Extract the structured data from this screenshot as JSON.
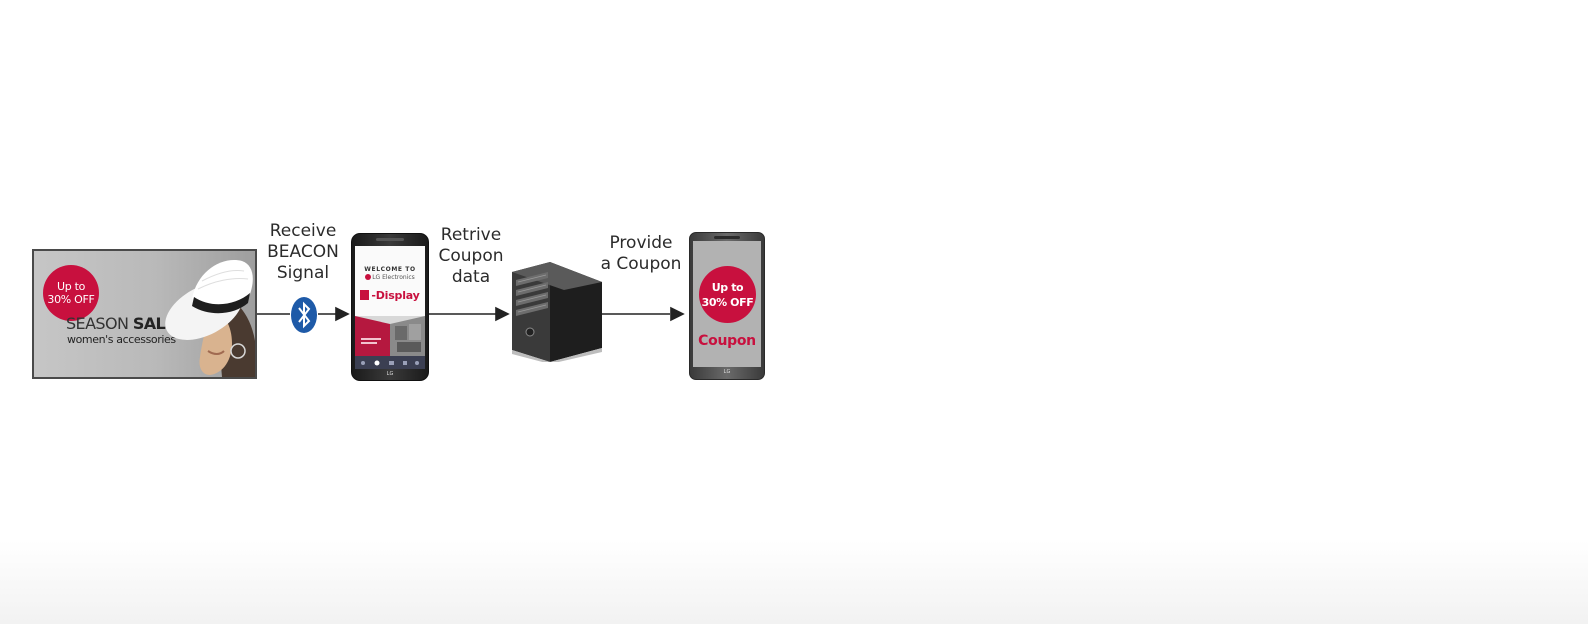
{
  "signage": {
    "badge_line1": "Up to",
    "badge_line2": "30% OFF",
    "title_light": "SEASON ",
    "title_bold": "SALE",
    "subtitle": "women's accessories"
  },
  "steps": {
    "receive": {
      "lines": [
        "Receive",
        "BEACON",
        "Signal"
      ]
    },
    "retrive": {
      "lines": [
        "Retrive",
        "Coupon",
        "data"
      ]
    },
    "provide": {
      "lines": [
        "Provide",
        "a Coupon"
      ]
    }
  },
  "phone_app": {
    "welcome": "WELCOME TO",
    "brand": "LG Electronics",
    "app_name": "-Display",
    "logo": "LG"
  },
  "phone_coupon": {
    "badge_line1": "Up to",
    "badge_line2": "30% OFF",
    "coupon_label": "Coupon",
    "logo": "LG"
  },
  "colors": {
    "accent": "#c8103e",
    "bluetooth": "#1e5aa8",
    "line": "#222222"
  },
  "icons": {
    "bluetooth": "bluetooth-icon",
    "server": "server-tower-icon"
  }
}
